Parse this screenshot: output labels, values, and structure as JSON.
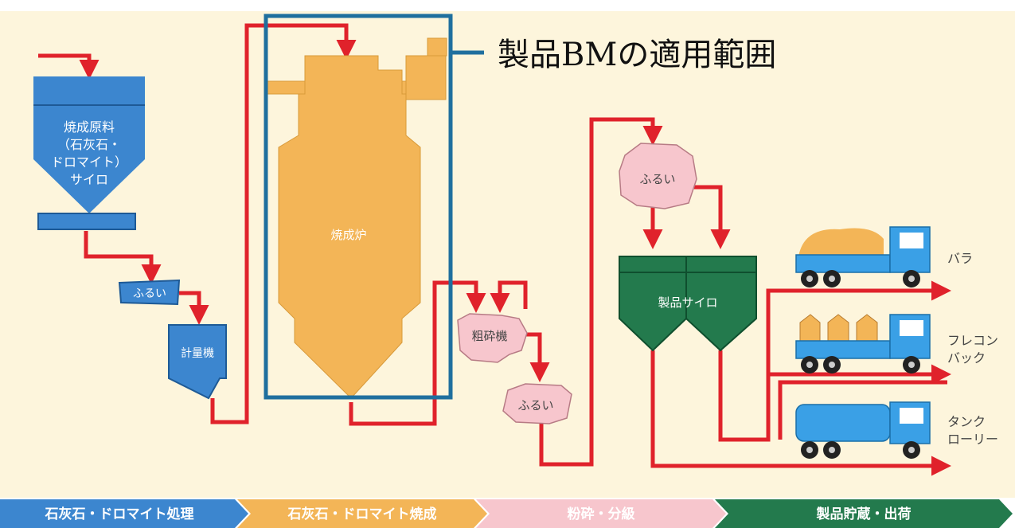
{
  "callout": {
    "text": "製品BMの適用範囲"
  },
  "silo": {
    "line1": "焼成原料",
    "line2": "（石灰石・",
    "line3": "ドロマイト）",
    "line4": "サイロ"
  },
  "screen1": {
    "label": "ふるい"
  },
  "weigher": {
    "label": "計量機"
  },
  "kiln": {
    "label": "焼成炉"
  },
  "crusher": {
    "label": "粗砕機"
  },
  "screen2": {
    "label": "ふるい"
  },
  "screen3": {
    "label": "ふるい"
  },
  "product_silo": {
    "label": "製品サイロ"
  },
  "outputs": {
    "bulk": "バラ",
    "flexible_line1": "フレコン",
    "flexible_line2": "バック",
    "tank_line1": "タンク",
    "tank_line2": "ローリー"
  },
  "stages": [
    {
      "label": "石灰石・ドロマイト処理"
    },
    {
      "label": "石灰石・ドロマイト焼成"
    },
    {
      "label": "粉砕・分級"
    },
    {
      "label": "製品貯蔵・出荷"
    }
  ],
  "colors": {
    "background": "#fdf5dc",
    "flow_red": "#e0222b",
    "silo_blue": "#3c86cf",
    "kiln_orange": "#f3b557",
    "pink": "#f7c6cd",
    "silo_green": "#237a4d",
    "truck_blue": "#3aa0e6",
    "highlight_box": "#1f6f9e"
  }
}
